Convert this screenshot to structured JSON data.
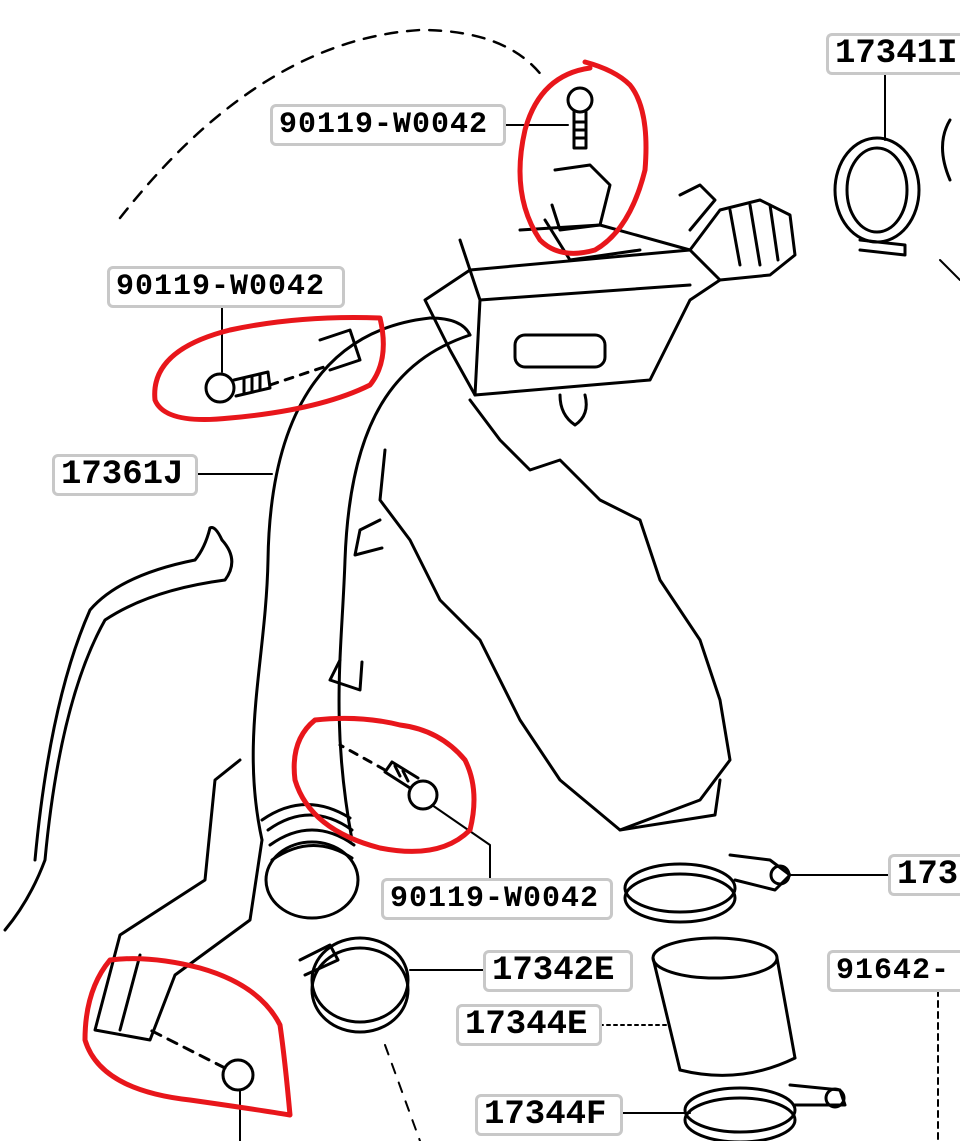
{
  "diagram": {
    "colors": {
      "line": "#000000",
      "annotation": "#e8161b",
      "label_border": "#c8c8c8",
      "background": "#ffffff"
    },
    "part_numbers": {
      "bolt_top": "90119-W0042",
      "bolt_left": "90119-W0042",
      "bolt_middle": "90119-W0042",
      "pipe": "17361J",
      "clamp_top_right": "17341I",
      "clamp_right": "173",
      "clamp_lower": "17342E",
      "hose_lower": "17344E",
      "clamp_bottom": "17344F",
      "part_right": "91642-"
    }
  }
}
